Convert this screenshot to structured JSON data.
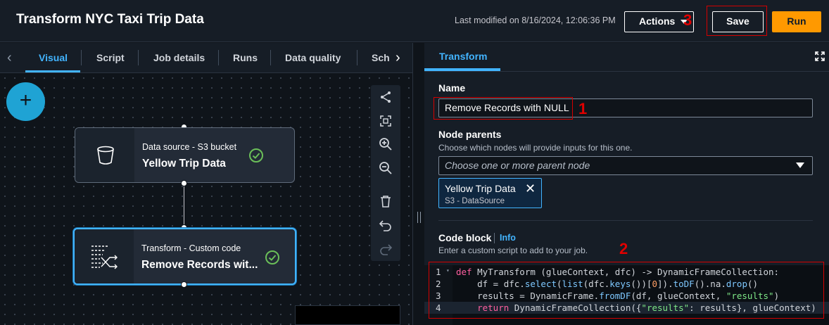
{
  "header": {
    "title": "Transform NYC Taxi Trip Data",
    "last_modified": "Last modified on 8/16/2024, 12:06:36 PM",
    "actions_label": "Actions",
    "save_label": "Save",
    "run_label": "Run"
  },
  "annotations": {
    "one": "1",
    "two": "2",
    "three": "3"
  },
  "tabs": [
    {
      "label": "Visual",
      "active": true
    },
    {
      "label": "Script"
    },
    {
      "label": "Job details"
    },
    {
      "label": "Runs"
    },
    {
      "label": "Data quality"
    },
    {
      "label": "Sch"
    }
  ],
  "canvas": {
    "add_label": "+",
    "nodes": [
      {
        "sub": "Data source - S3 bucket",
        "main": "Yellow Trip Data",
        "icon": "bucket-icon",
        "status": "success"
      },
      {
        "sub": "Transform - Custom code",
        "main": "Remove Records wit...",
        "icon": "custom-code-icon",
        "status": "success",
        "selected": true
      }
    ]
  },
  "panel": {
    "tab_label": "Transform",
    "name_label": "Name",
    "name_value": "Remove Records with NULL",
    "parents_label": "Node parents",
    "parents_hint": "Choose which nodes will provide inputs for this one.",
    "parents_placeholder": "Choose one or more parent node",
    "token_main": "Yellow Trip Data",
    "token_sub": "S3 - DataSource",
    "code_label": "Code block",
    "info_label": "Info",
    "code_hint": "Enter a custom script to add to your job.",
    "code_lines": [
      "1",
      "2",
      "3",
      "4"
    ]
  },
  "colors": {
    "accent": "#42b4ff",
    "run": "#ff9900",
    "success": "#6bbf59",
    "annotation": "#e00000"
  }
}
